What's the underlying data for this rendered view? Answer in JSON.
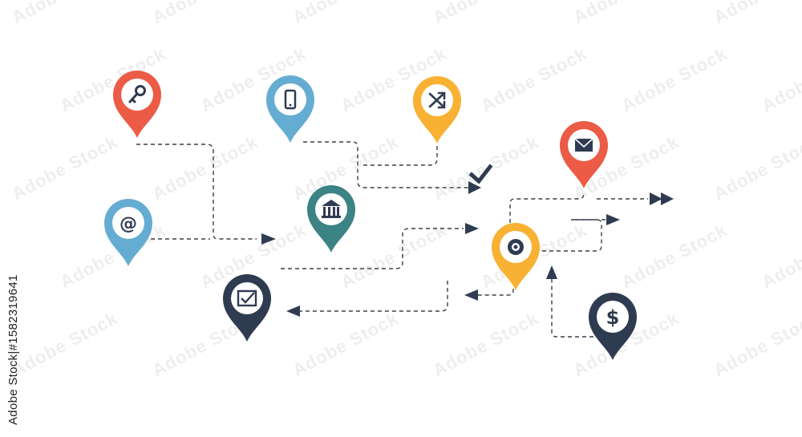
{
  "stock_caption": {
    "brand": "Adobe Stock",
    "separator": " | ",
    "id": "#1582319641"
  },
  "watermark_text": "Adobe Stock",
  "colors": {
    "red": "#ec5b45",
    "blue": "#65acd3",
    "orange": "#f8b133",
    "teal": "#3c8385",
    "navy": "#2f3b51",
    "line": "#3a3f4a"
  },
  "pins": [
    {
      "name": "key-pin",
      "color": "red",
      "icon": "key-icon"
    },
    {
      "name": "phone-pin",
      "color": "blue",
      "icon": "phone-icon"
    },
    {
      "name": "shuffle-pin",
      "color": "orange",
      "icon": "shuffle-icon"
    },
    {
      "name": "mail-pin",
      "color": "red",
      "icon": "mail-icon"
    },
    {
      "name": "email-pin",
      "color": "blue",
      "icon": "at-icon"
    },
    {
      "name": "bank-pin",
      "color": "teal",
      "icon": "bank-icon"
    },
    {
      "name": "target-pin",
      "color": "orange",
      "icon": "target-icon"
    },
    {
      "name": "checkbox-pin",
      "color": "navy",
      "icon": "checkbox-icon"
    },
    {
      "name": "dollar-pin",
      "color": "navy",
      "icon": "dollar-icon"
    }
  ]
}
